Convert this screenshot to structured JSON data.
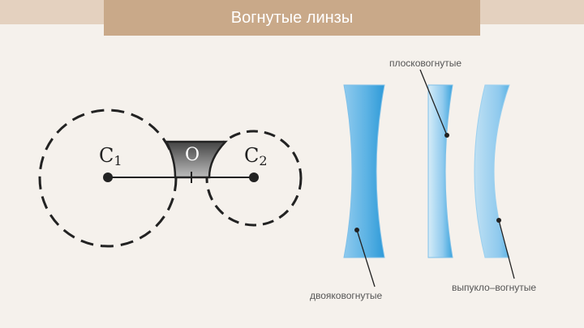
{
  "title": "Вогнутые линзы",
  "diagram": {
    "point_c1": "C",
    "point_c1_sub": "1",
    "point_c2": "C",
    "point_c2_sub": "2",
    "point_o": "O"
  },
  "lens_labels": {
    "plano_concave": "плосковогнутые",
    "biconcave": "двояковогнутые",
    "convexo_concave": "выпукло–вогнутые"
  },
  "colors": {
    "lens_blue": "#3aa3dc",
    "lens_light": "#bfe0f3",
    "title_bar": "#c9a989",
    "background": "#f5f1ec"
  }
}
